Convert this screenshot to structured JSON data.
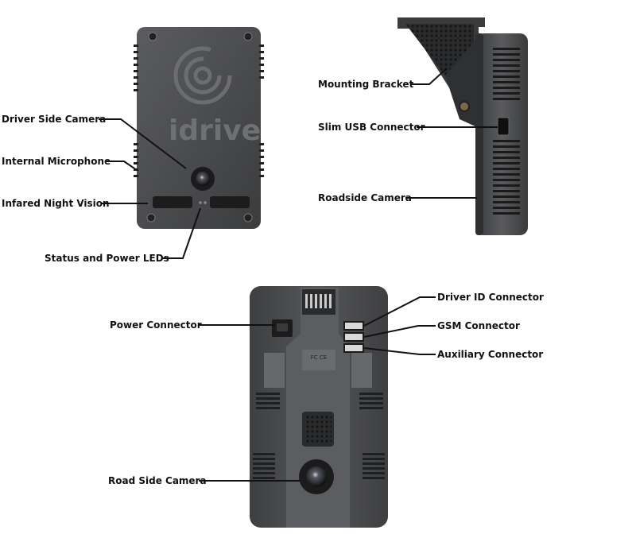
{
  "brand": {
    "logo_text": "idrive",
    "fcc_mark": "FC CE"
  },
  "colors": {
    "body": "#4a4b4d",
    "body_dark": "#2c2d2f",
    "body_light": "#6a6b6e",
    "leader": "#111111",
    "label": "#111111"
  },
  "labels": {
    "driver_side_camera": "Driver Side Camera",
    "internal_microphone": "Internal Microphone",
    "infrared_night_vision": "Infared Night Vision",
    "status_power_leds": "Status and Power LEDs",
    "mounting_bracket": "Mounting Bracket",
    "slim_usb_connector": "Slim USB Connector",
    "roadside_camera": "Roadside Camera",
    "power_connector": "Power Connector",
    "driver_id_connector": "Driver ID Connector",
    "gsm_connector": "GSM Connector",
    "auxiliary_connector": "Auxiliary Connector",
    "road_side_camera": "Road Side Camera"
  }
}
